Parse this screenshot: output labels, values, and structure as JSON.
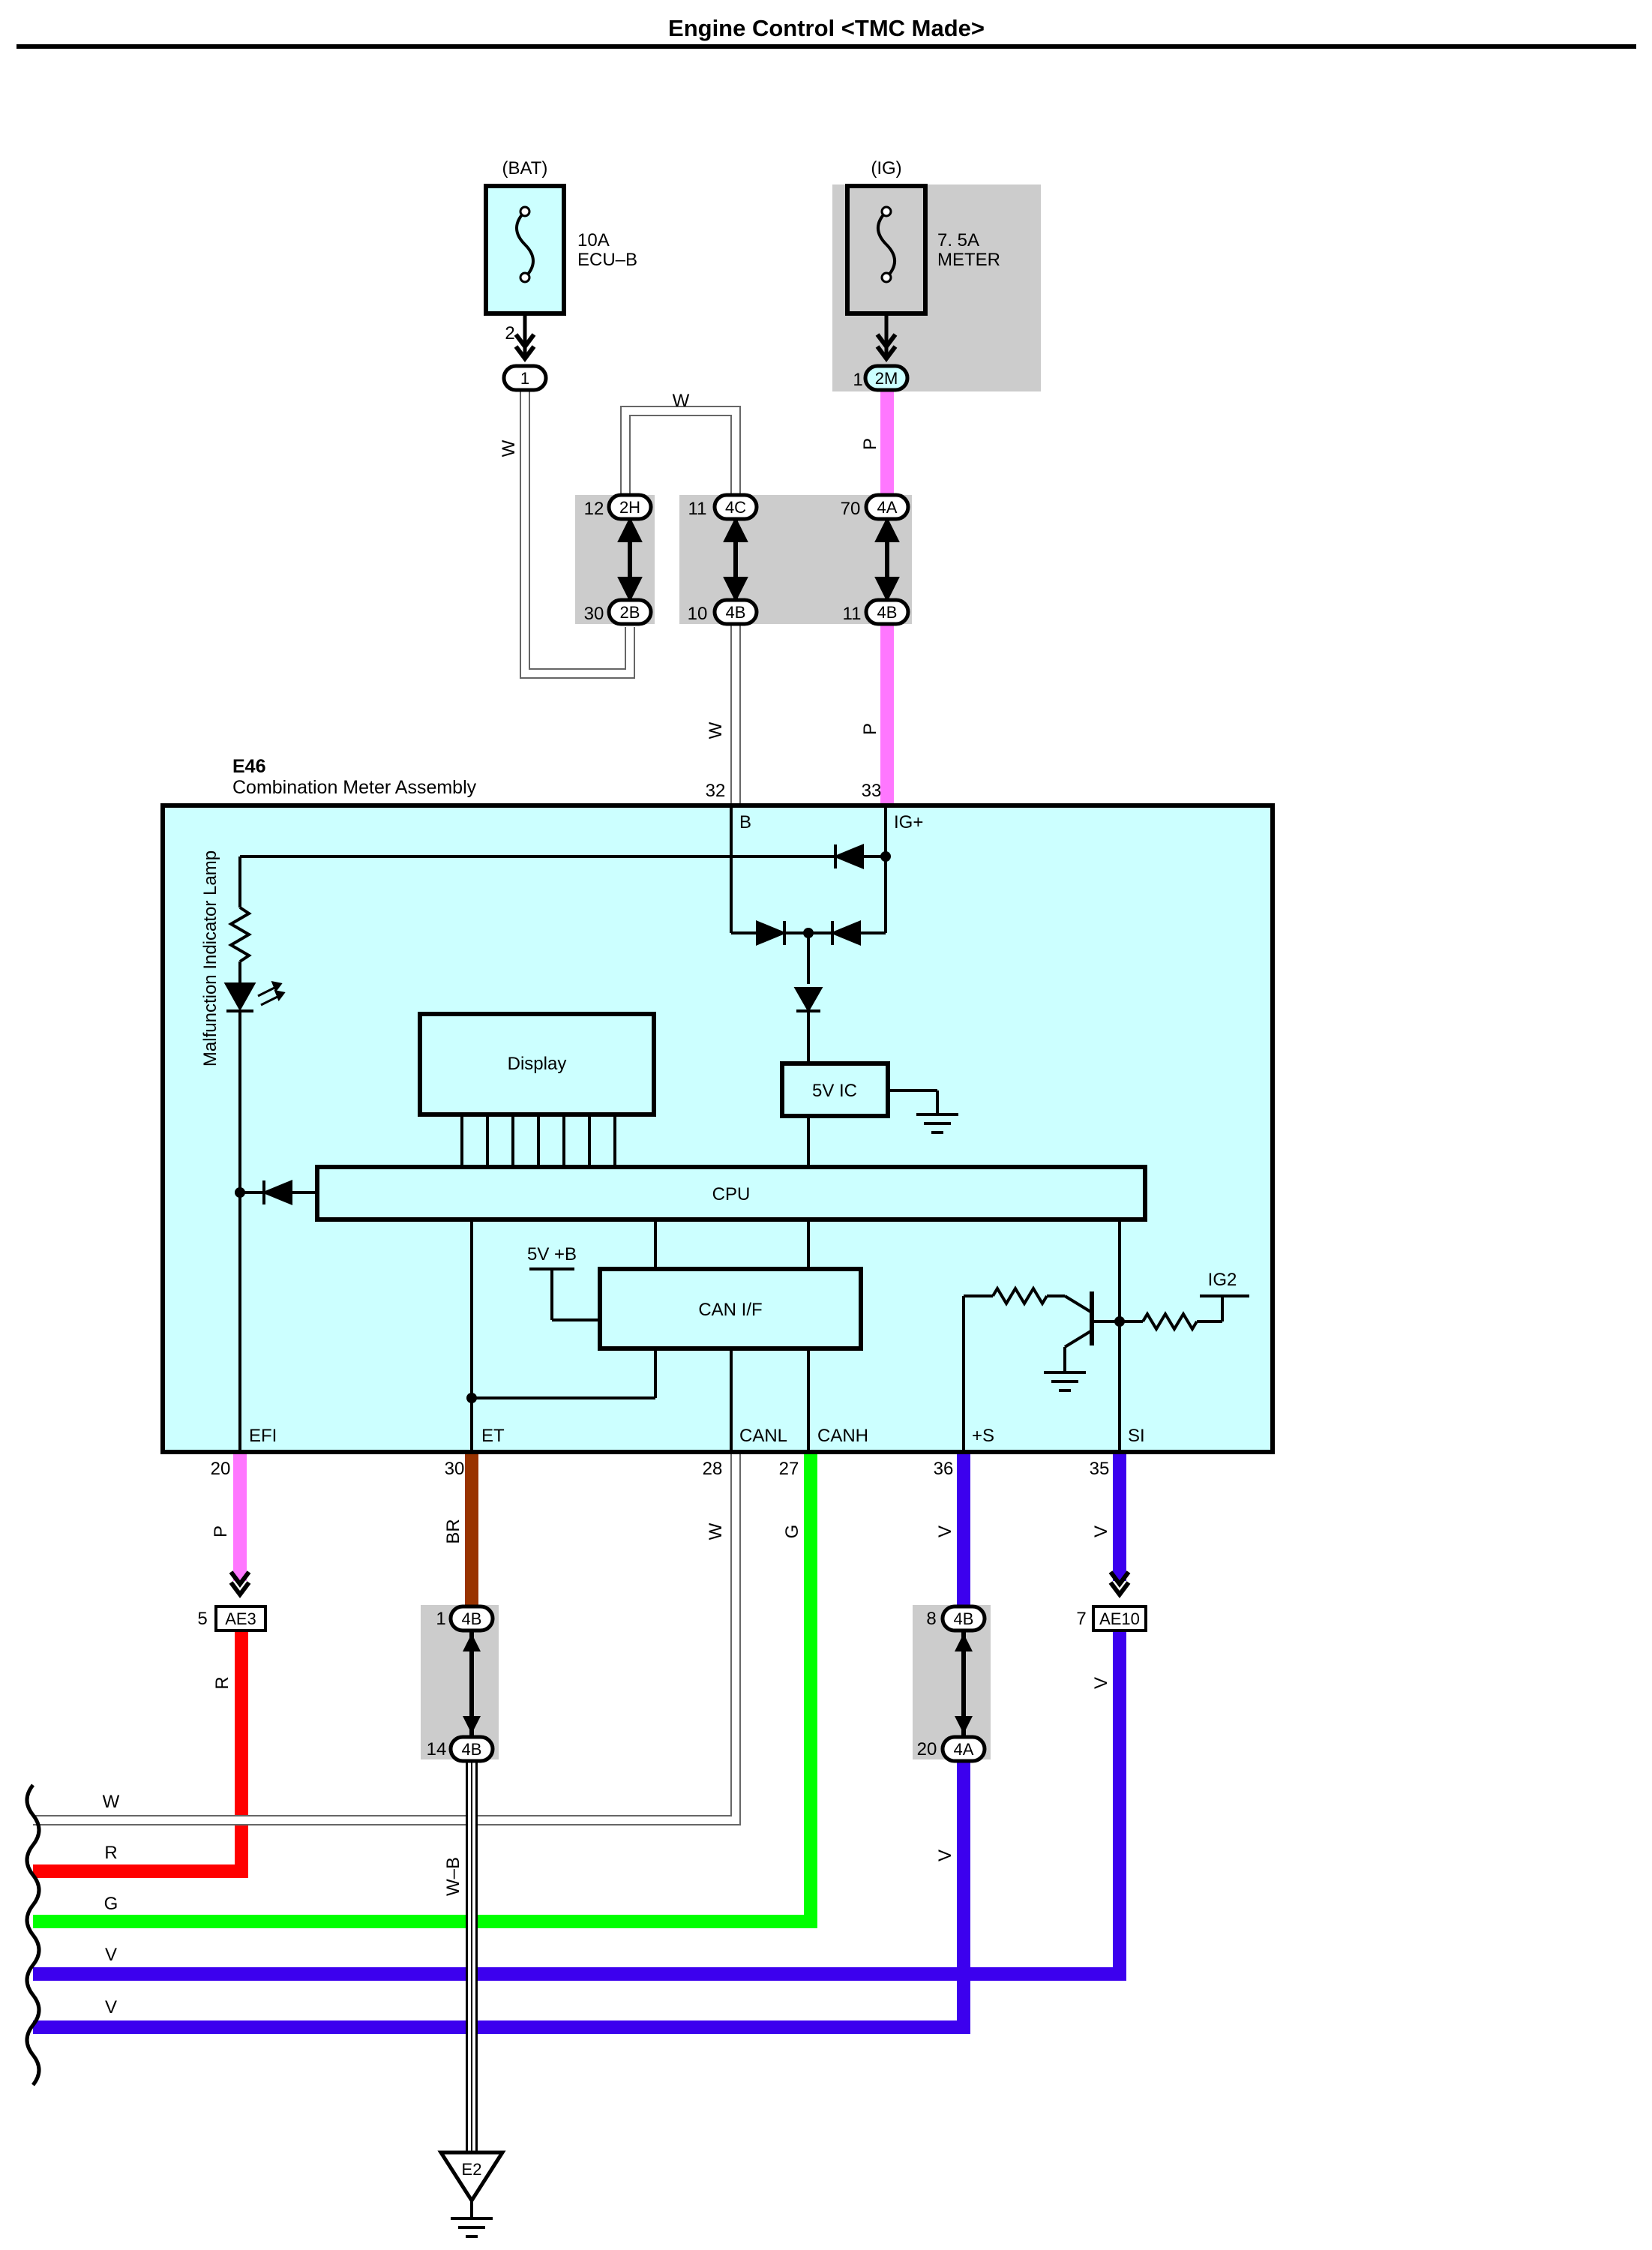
{
  "title": "Engine Control <TMC Made>",
  "fuses": {
    "bat": {
      "supply": "(BAT)",
      "rating": "10A",
      "name": "ECU–B"
    },
    "ig": {
      "supply": "(IG)",
      "rating": "7. 5A",
      "name": "METER"
    }
  },
  "component": {
    "code": "E46",
    "name": "Combination Meter Assembly"
  },
  "internal": {
    "display": "Display",
    "cpu": "CPU",
    "can_if": "CAN I/F",
    "ic_5v": "5V IC",
    "supply_5v": "5V +B",
    "ig2": "IG2",
    "mil": "Malfunction Indicator Lamp"
  },
  "terminals": {
    "B": "B",
    "IGp": "IG+",
    "EFI": "EFI",
    "ET": "ET",
    "CANL": "CANL",
    "CANH": "CANH",
    "Sp": "+S",
    "SI": "SI"
  },
  "pins": {
    "p2": "2",
    "p1": "1",
    "p12": "12",
    "p30a": "30",
    "p11a": "11",
    "p10": "10",
    "p70": "70",
    "p11b": "11",
    "p32": "32",
    "p33": "33",
    "p20a": "20",
    "p30b": "30",
    "p28": "28",
    "p27": "27",
    "p36": "36",
    "p35": "35",
    "p5": "5",
    "p1b": "1",
    "p14": "14",
    "p8": "8",
    "p20b": "20",
    "p7": "7"
  },
  "connectors": {
    "c1": "1",
    "c2M": "2M",
    "c2H": "2H",
    "c2B": "2B",
    "c4C": "4C",
    "c4B_10": "4B",
    "c4A_70": "4A",
    "c4B_11": "4B",
    "AE3": "AE3",
    "c4B_1": "4B",
    "c4B_14": "4B",
    "c4B_8": "4B",
    "c4A_20": "4A",
    "AE10": "AE10",
    "E2": "E2"
  },
  "wire_colors": {
    "W1": "W",
    "W2": "W",
    "W3": "W",
    "W4": "W",
    "P1": "P",
    "P2": "P",
    "P3": "P",
    "BR": "BR",
    "G1": "G",
    "V1": "V",
    "V2": "V",
    "V3": "V",
    "V4": "V",
    "R1": "R",
    "WB": "W–B"
  },
  "bottom_wires": {
    "w": "W",
    "r": "R",
    "g": "G",
    "v1": "V",
    "v2": "V"
  },
  "colors": {
    "white_wire": "#ffffff",
    "pink": "#ff77ff",
    "red": "#ff0000",
    "green": "#00ff00",
    "violet": "#3c00ee",
    "brown": "#993300",
    "module_fill": "#ccffff",
    "shade": "#cccccc"
  }
}
